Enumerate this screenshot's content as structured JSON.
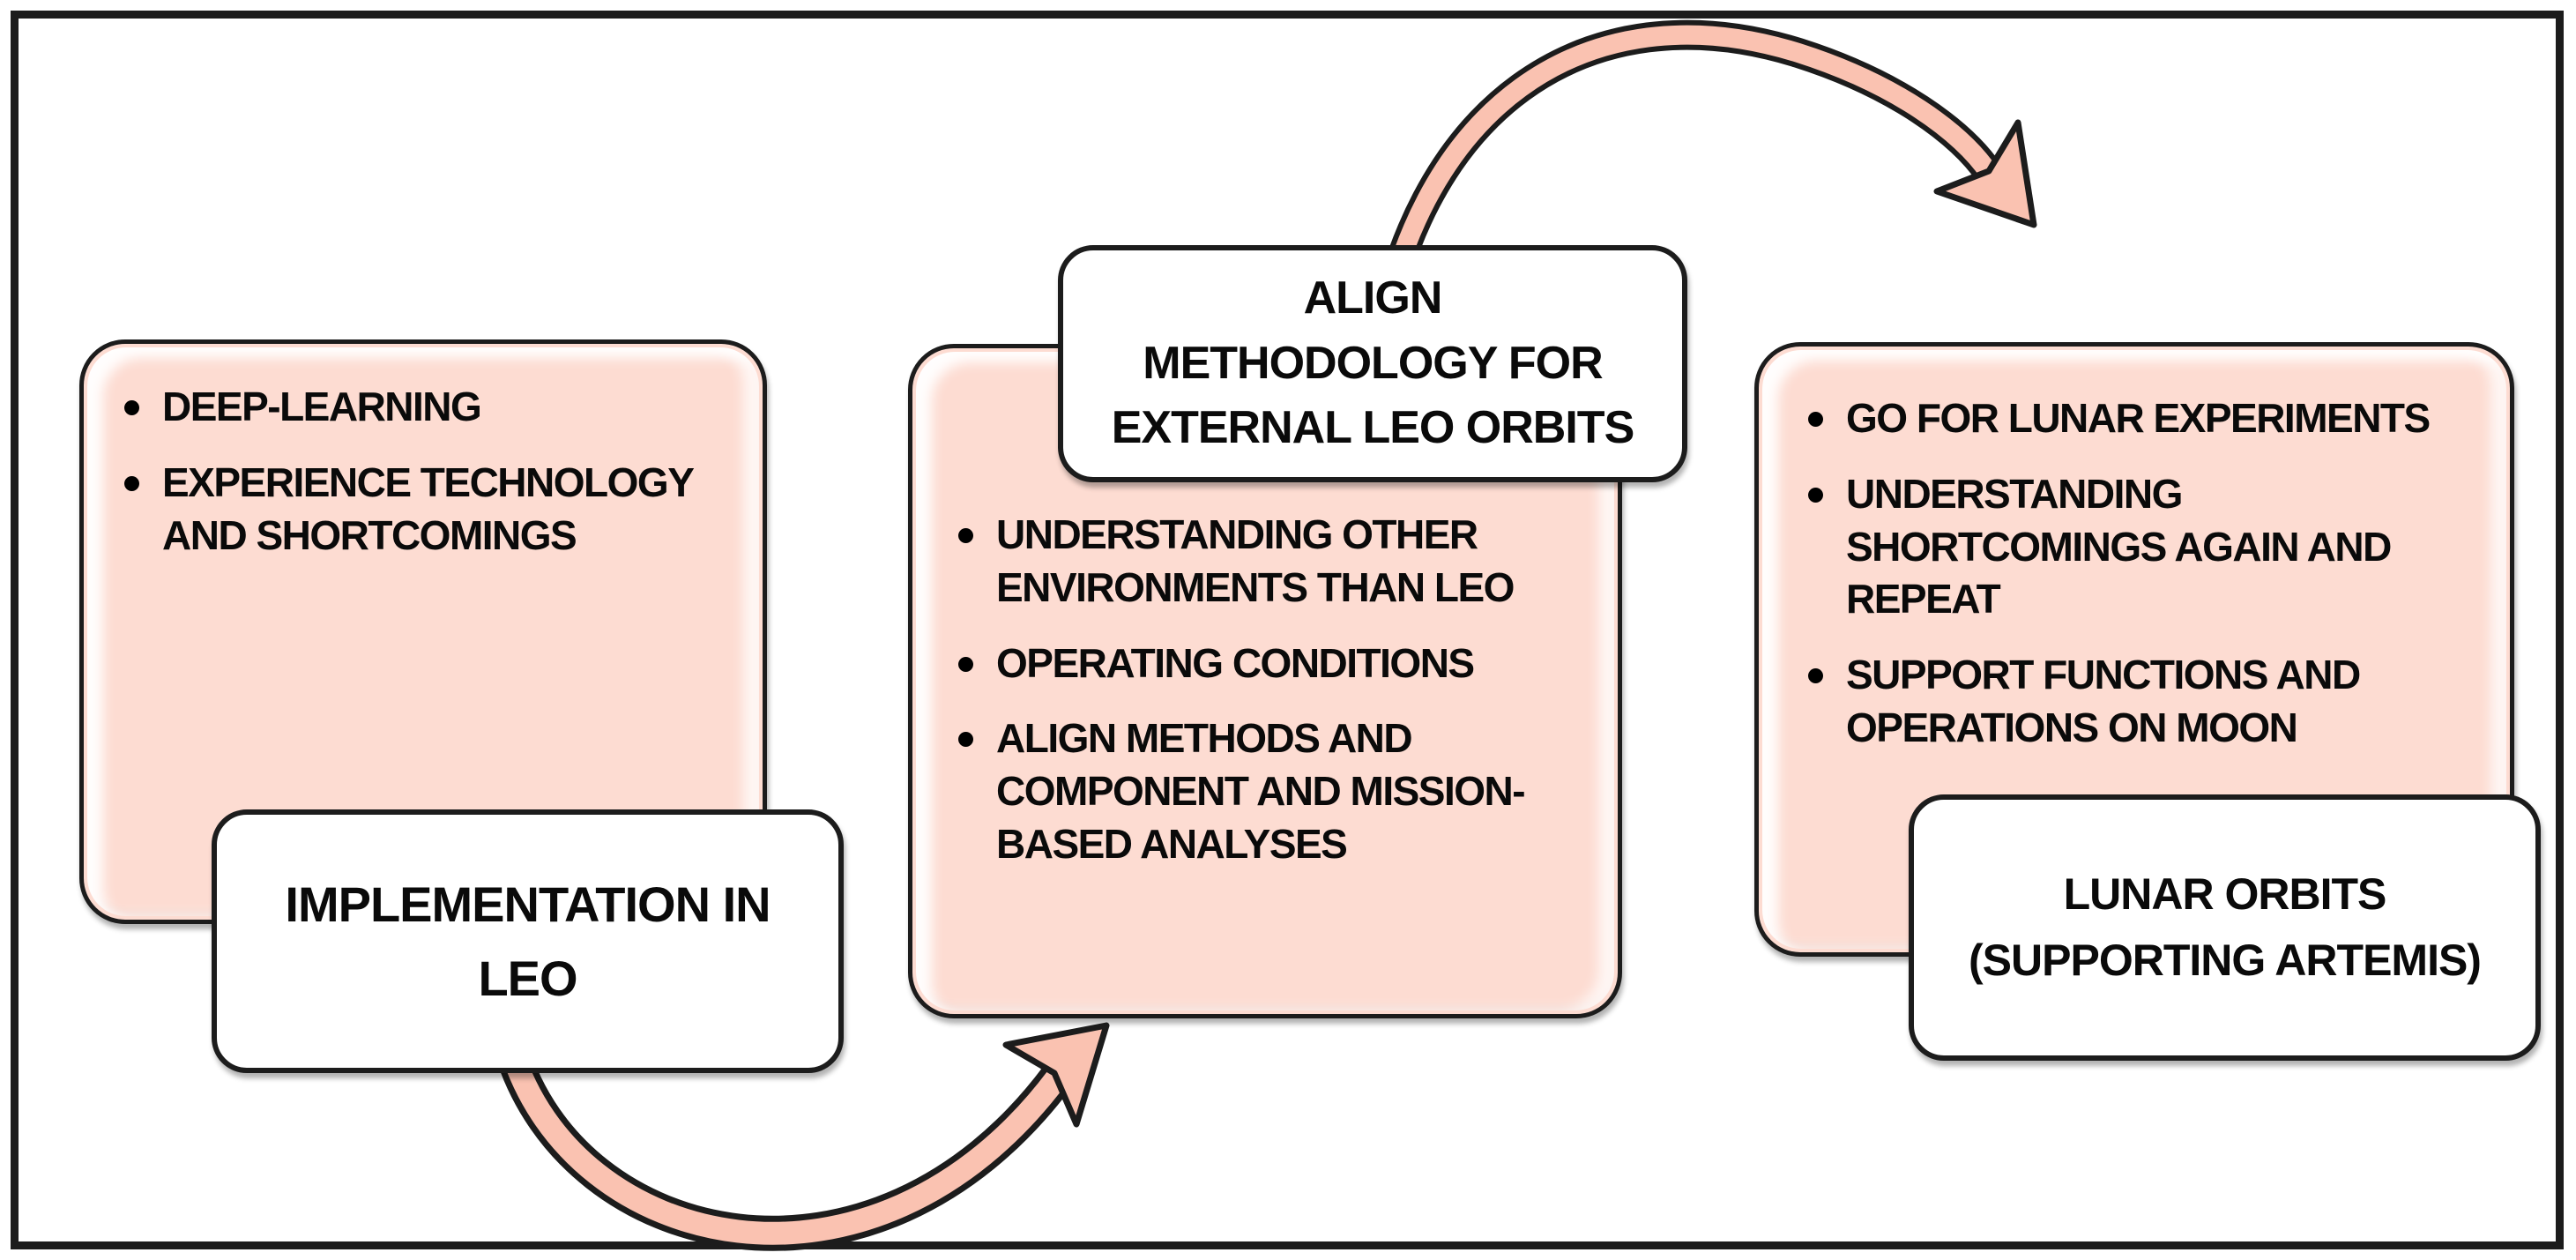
{
  "diagram": {
    "stages": [
      {
        "id": "leo",
        "label_lines": [
          "IMPLEMENTATION IN",
          "LEO"
        ],
        "label": "IMPLEMENTATION IN LEO",
        "bullets": [
          "DEEP-LEARNING",
          "EXPERIENCE TECHNOLOGY AND SHORTCOMINGS"
        ]
      },
      {
        "id": "external-leo",
        "label_lines": [
          "ALIGN",
          "METHODOLOGY FOR",
          "EXTERNAL LEO ORBITS"
        ],
        "label": "ALIGN METHODOLOGY FOR EXTERNAL LEO ORBITS",
        "bullets": [
          "UNDERSTANDING OTHER ENVIRONMENTS THAN LEO",
          "OPERATING CONDITIONS",
          "ALIGN METHODS AND COMPONENT AND MISSION-BASED ANALYSES"
        ]
      },
      {
        "id": "lunar",
        "label_lines": [
          "LUNAR ORBITS",
          "(SUPPORTING ARTEMIS)"
        ],
        "label": "LUNAR ORBITS (SUPPORTING ARTEMIS)",
        "bullets": [
          "GO FOR LUNAR EXPERIMENTS",
          "UNDERSTANDING SHORTCOMINGS AGAIN AND REPEAT",
          "SUPPORT FUNCTIONS AND OPERATIONS ON MOON"
        ]
      }
    ],
    "flow": [
      {
        "from": "IMPLEMENTATION IN LEO",
        "to": "ALIGN METHODOLOGY FOR EXTERNAL LEO ORBITS"
      },
      {
        "from": "ALIGN METHODOLOGY FOR EXTERNAL LEO ORBITS",
        "to": "LUNAR ORBITS (SUPPORTING ARTEMIS)"
      }
    ],
    "colors": {
      "box_fill": "#fddcd2",
      "arrow_fill": "#fac2b1",
      "outline": "#1c1c1c",
      "label_fill": "#ffffff"
    }
  }
}
